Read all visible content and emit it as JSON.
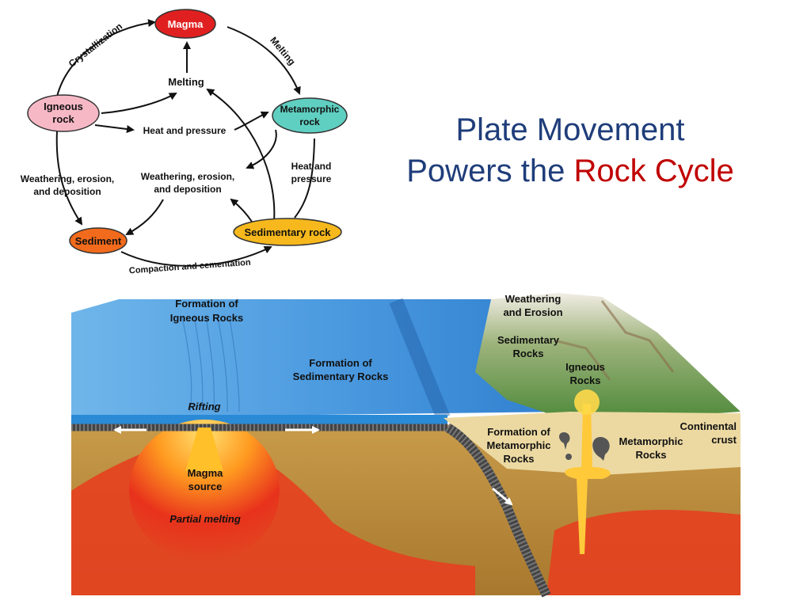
{
  "title": {
    "line1": "Plate Movement",
    "line2_prefix": "Powers the ",
    "line2_accent": "Rock Cycle"
  },
  "colors": {
    "title": "#1f3d7a",
    "accent": "#c00000",
    "magma": "#e02020",
    "igneous": "#f7b8c6",
    "metamorphic": "#5fcfc1",
    "sediment": "#f26a1b",
    "sedimentary": "#f6b81c",
    "ocean": "#3b8fd8",
    "crust": "#b9893a"
  },
  "cycle": {
    "nodes": {
      "magma": "Magma",
      "igneous_l1": "Igneous",
      "igneous_l2": "rock",
      "metamorphic_l1": "Metamorphic",
      "metamorphic_l2": "rock",
      "sediment": "Sediment",
      "sedimentary": "Sedimentary rock"
    },
    "labels": {
      "crystallization": "Crystallization",
      "melting_arc": "Melting",
      "melting_center": "Melting",
      "heat_pressure_center": "Heat and pressure",
      "heat_pressure_right_l1": "Heat and",
      "heat_pressure_right_l2": "pressure",
      "weathering_left_l1": "Weathering, erosion,",
      "weathering_left_l2": "and deposition",
      "weathering_center_l1": "Weathering, erosion,",
      "weathering_center_l2": "and deposition",
      "compaction": "Compaction and cementation"
    }
  },
  "crosssection": {
    "formation_igneous_l1": "Formation of",
    "formation_igneous_l2": "Igneous Rocks",
    "formation_sedimentary_l1": "Formation of",
    "formation_sedimentary_l2": "Sedimentary Rocks",
    "rifting": "Rifting",
    "weathering_l1": "Weathering",
    "weathering_l2": "and Erosion",
    "sedimentary_l1": "Sedimentary",
    "sedimentary_l2": "Rocks",
    "igneous_l1": "Igneous",
    "igneous_l2": "Rocks",
    "continental_l1": "Continental",
    "continental_l2": "crust",
    "formation_metamorphic_l1": "Formation of",
    "formation_metamorphic_l2": "Metamorphic",
    "formation_metamorphic_l3": "Rocks",
    "metamorphic_l1": "Metamorphic",
    "metamorphic_l2": "Rocks",
    "magma_source_l1": "Magma",
    "magma_source_l2": "source",
    "partial_melting": "Partial melting"
  }
}
